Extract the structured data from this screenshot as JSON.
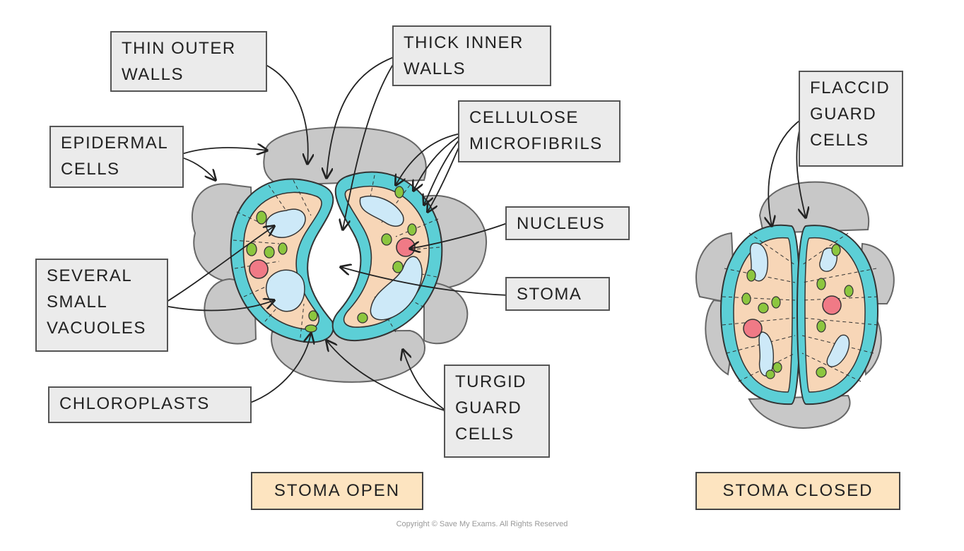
{
  "labels": {
    "thin_outer_walls": "THIN OUTER\nWALLS",
    "thick_inner_walls": "THICK INNER\nWALLS",
    "epidermal_cells": "EPIDERMAL\nCELLS",
    "cellulose_microfibrils": "CELLULOSE\nMICROFIBRILS",
    "nucleus": "NUCLEUS",
    "stoma": "STOMA",
    "several_small_vacuoles": "SEVERAL\nSMALL\nVACUOLES",
    "chloroplasts": "CHLOROPLASTS",
    "turgid_guard_cells": "TURGID\nGUARD\nCELLS",
    "flaccid_guard_cells": "FLACCID\nGUARD\nCELLS"
  },
  "titles": {
    "open": "STOMA OPEN",
    "closed": "STOMA CLOSED"
  },
  "copyright": "Copyright © Save My Exams. All Rights Reserved",
  "colors": {
    "epidermis": "#c8c8c8",
    "cell_wall": "#5ccfd6",
    "cytoplasm": "#f7d6b7",
    "vacuole": "#cde9f8",
    "chloroplast": "#8cc63f",
    "nucleus": "#f07a86",
    "label_bg": "#ebebeb",
    "title_bg": "#fde4c0"
  }
}
